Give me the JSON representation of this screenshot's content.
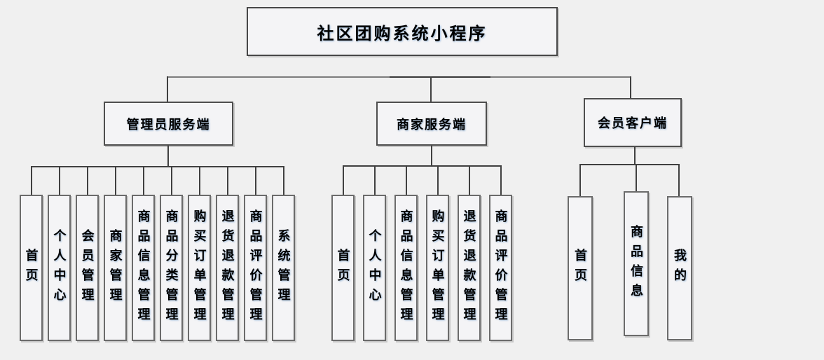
{
  "diagram": {
    "root": "社区团购系统小程序",
    "branches": [
      {
        "label": "管理员服务端",
        "children": [
          "首页",
          "个人中心",
          "会员管理",
          "商家管理",
          "商品信息管理",
          "商品分类管理",
          "购买订单管理",
          "退货退款管理",
          "商品评价管理",
          "系统管理"
        ]
      },
      {
        "label": "商家服务端",
        "children": [
          "首页",
          "个人中心",
          "商品信息管理",
          "购买订单管理",
          "退货退款管理",
          "商品评价管理"
        ]
      },
      {
        "label": "会员客户端",
        "children": [
          "首页",
          "商品信息",
          "我的"
        ]
      }
    ],
    "colors": {
      "background": "#f0f0f0",
      "box_fill": "#f4f4f6",
      "box_border": "#5a5a5a",
      "connector": "#404040",
      "text": "#000000"
    }
  }
}
